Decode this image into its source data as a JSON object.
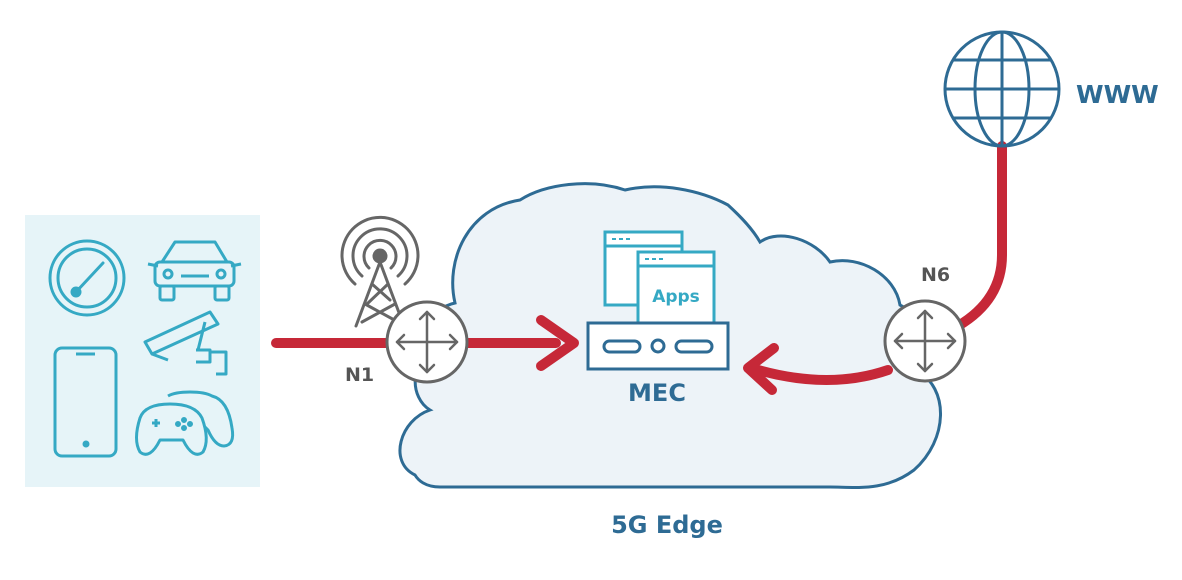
{
  "labels": {
    "www": "WWW",
    "n1": "N1",
    "n6": "N6",
    "apps": "Apps",
    "mec": "MEC",
    "edge": "5G Edge"
  },
  "colors": {
    "outline": "#2e6b94",
    "cloud_fill": "#edf3f8",
    "device_panel": "#e6f4f8",
    "device_stroke": "#35a9c4",
    "app_stroke": "#35a9c4",
    "mec_stroke": "#2e6b94",
    "arrow": "#c62838",
    "router_stroke": "#666666",
    "router_fill": "#ffffff",
    "label_gray": "#555555",
    "label_blue": "#2e6b94",
    "tower": "#666666"
  },
  "icons": [
    "speedometer-icon",
    "car-icon",
    "smartphone-icon",
    "security-camera-icon",
    "game-controller-icon",
    "cell-tower-icon",
    "router-icon",
    "globe-icon",
    "app-window-icon",
    "server-icon"
  ]
}
